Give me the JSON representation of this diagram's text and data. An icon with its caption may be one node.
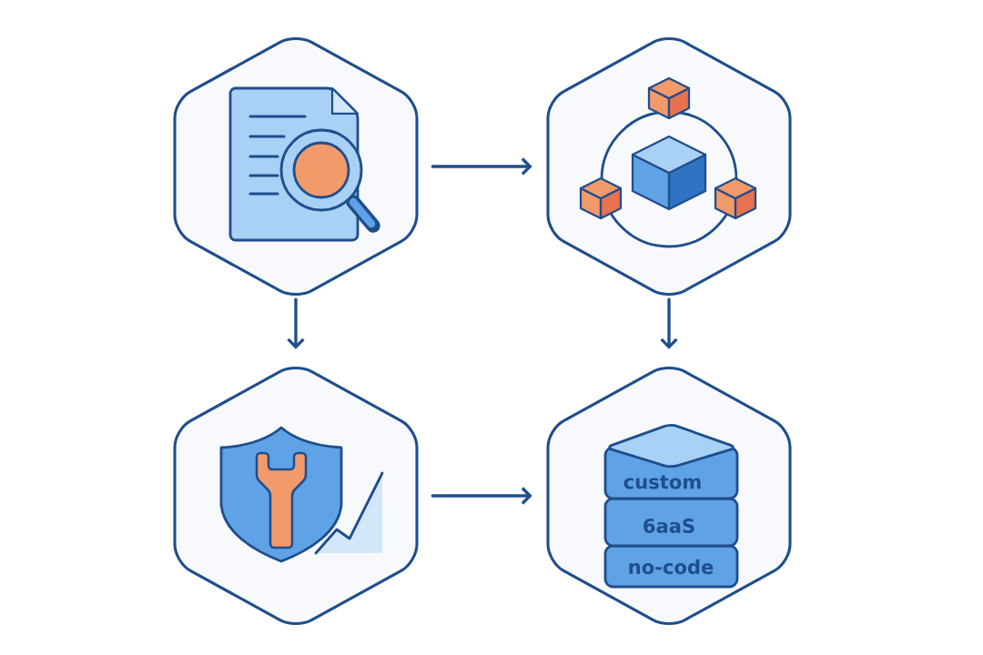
{
  "diagram": {
    "nodes": [
      {
        "text": [],
        "shape": "hexagon"
      },
      {
        "text": [],
        "shape": "hexagon"
      },
      {
        "text": [],
        "shape": "hexagon"
      },
      {
        "text": [
          "custom",
          "6aaS",
          "no-code"
        ]
      }
    ],
    "edges": [
      {
        "from": 0,
        "to": 1,
        "arrow": "to"
      },
      {
        "from": 0,
        "to": 2,
        "arrow": "to"
      },
      {
        "from": 1,
        "to": 3,
        "arrow": "to"
      },
      {
        "from": 2,
        "to": 3,
        "arrow": "to"
      }
    ]
  }
}
